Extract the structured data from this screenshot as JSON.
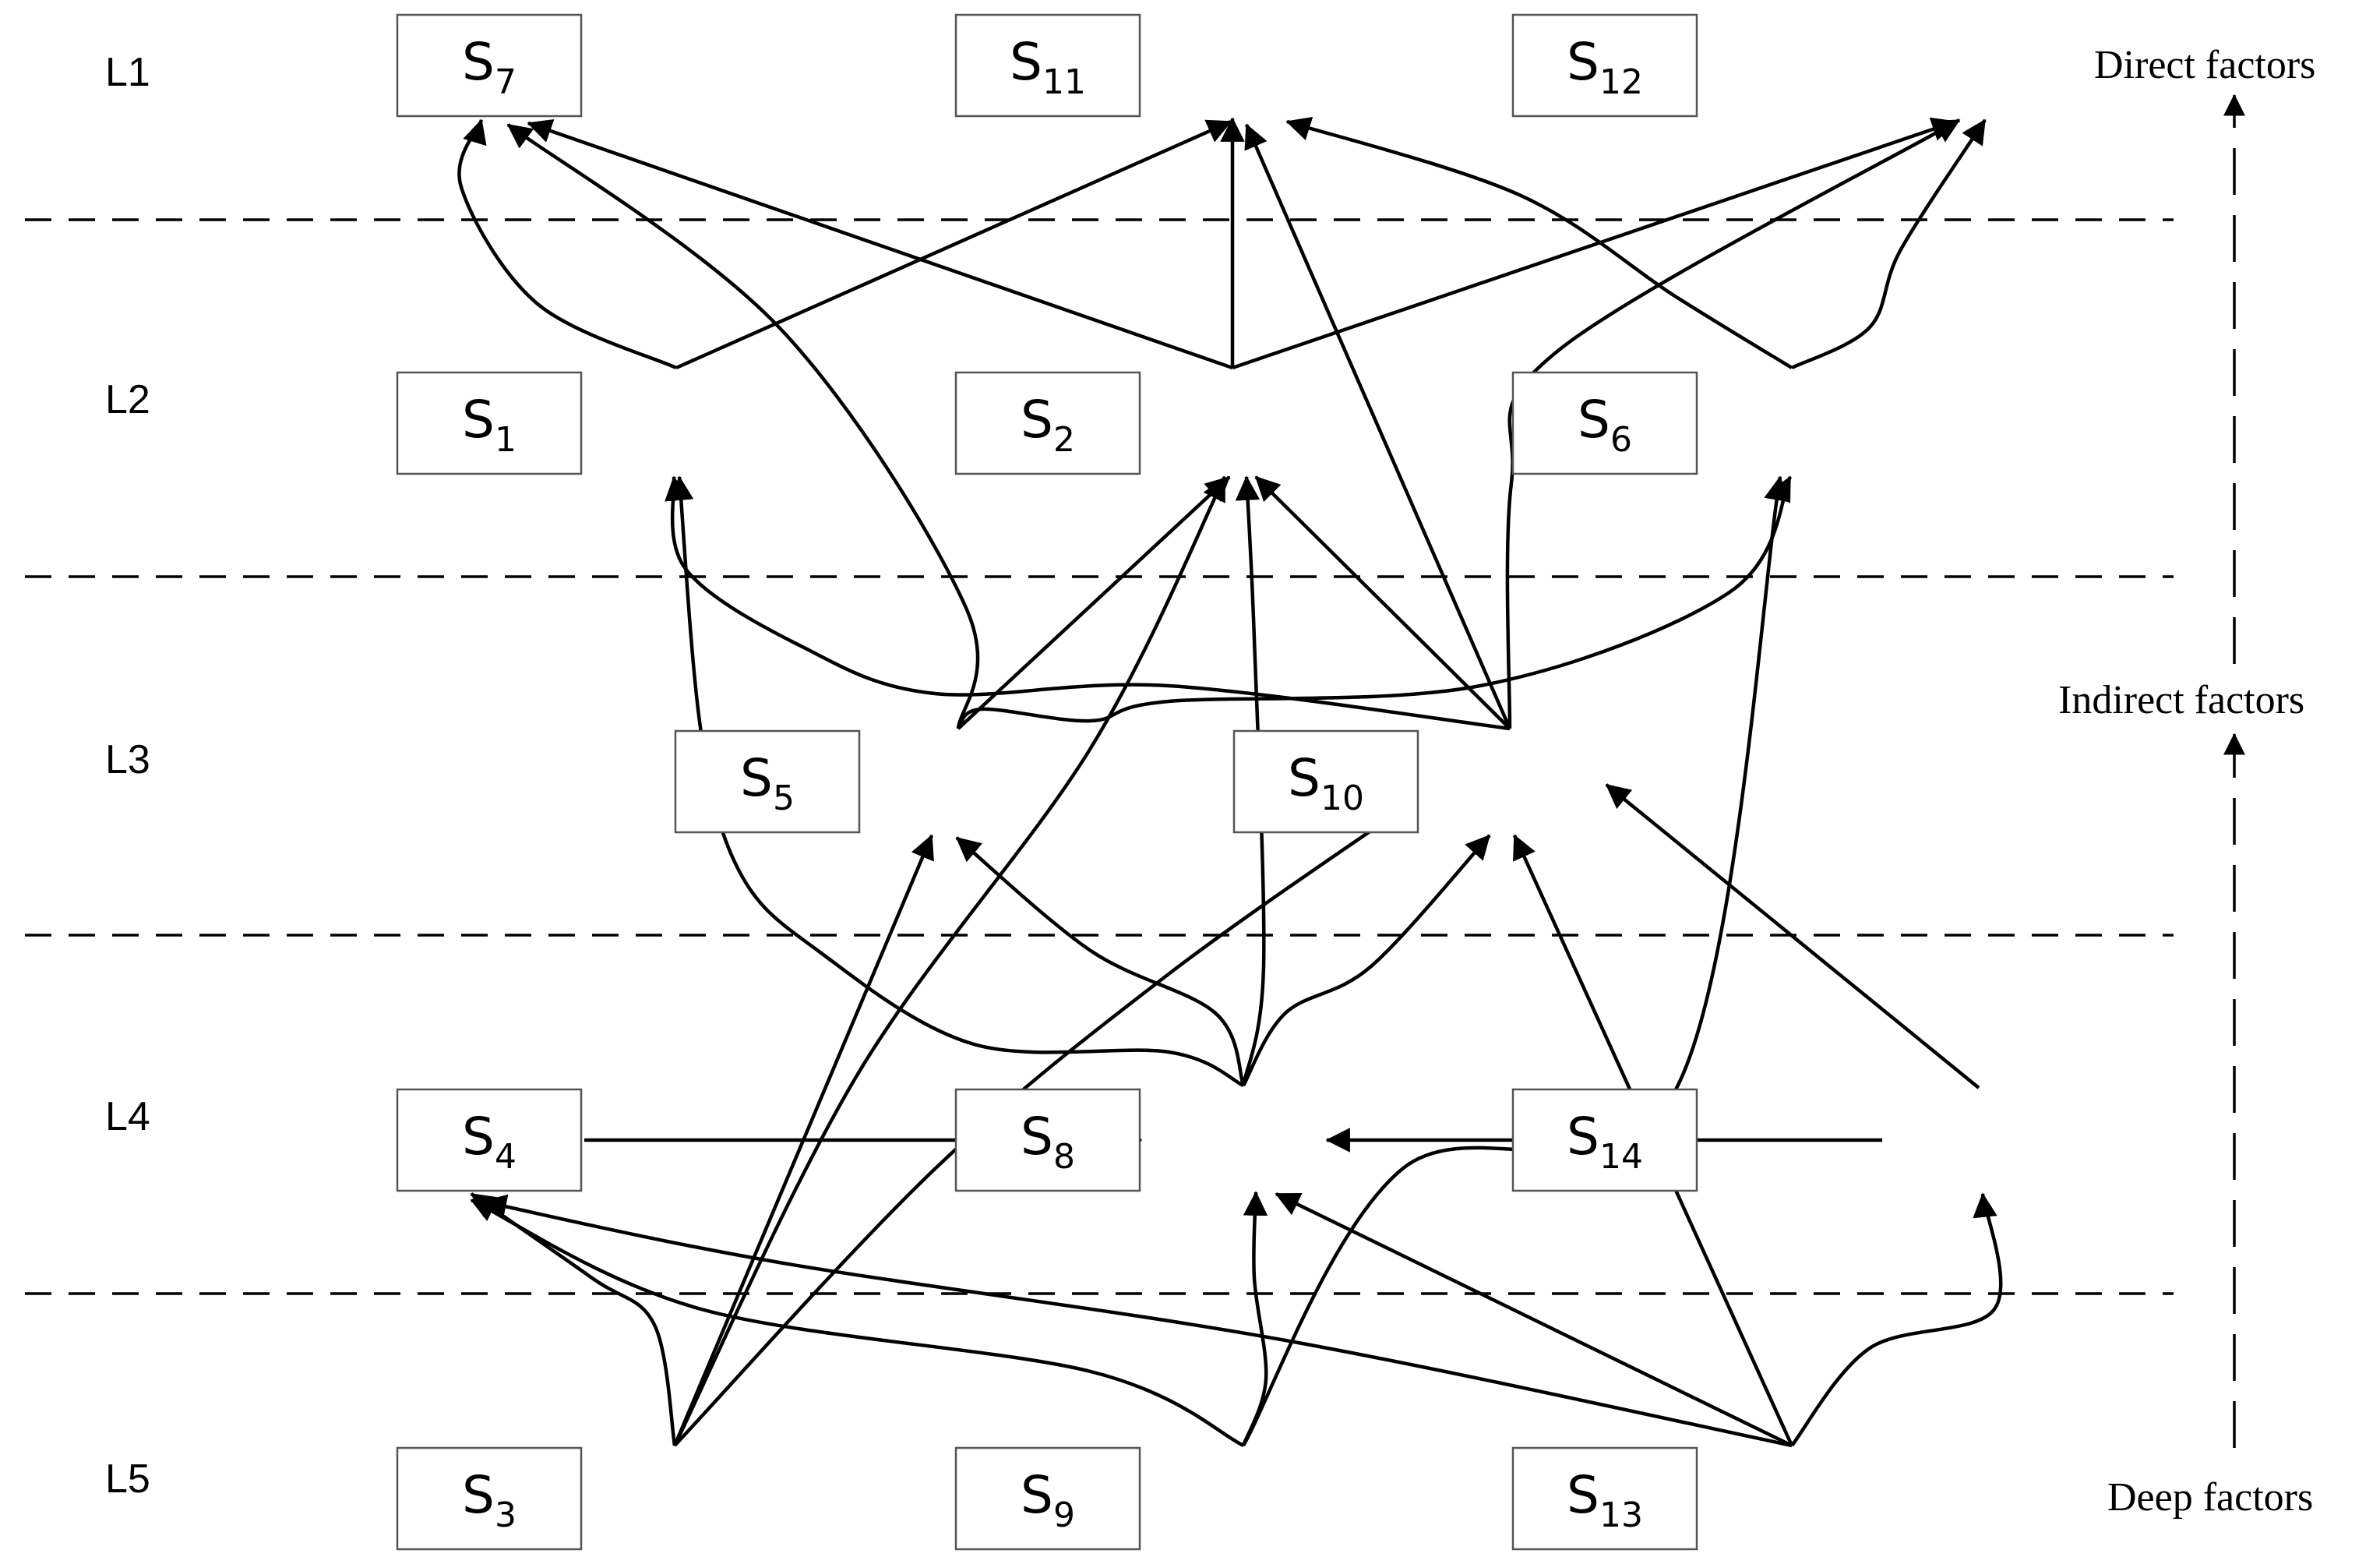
{
  "levels": [
    "L1",
    "L2",
    "L3",
    "L4",
    "L5"
  ],
  "side_labels": {
    "direct": "Direct factors",
    "indirect": "Indirect factors",
    "deep": "Deep factors"
  },
  "nodes": [
    {
      "id": "S7",
      "letter": "S",
      "sub": "7"
    },
    {
      "id": "S11",
      "letter": "S",
      "sub": "11"
    },
    {
      "id": "S12",
      "letter": "S",
      "sub": "12"
    },
    {
      "id": "S1",
      "letter": "S",
      "sub": "1"
    },
    {
      "id": "S2",
      "letter": "S",
      "sub": "2"
    },
    {
      "id": "S6",
      "letter": "S",
      "sub": "6"
    },
    {
      "id": "S5",
      "letter": "S",
      "sub": "5"
    },
    {
      "id": "S10",
      "letter": "S",
      "sub": "10"
    },
    {
      "id": "S4",
      "letter": "S",
      "sub": "4"
    },
    {
      "id": "S8",
      "letter": "S",
      "sub": "8"
    },
    {
      "id": "S14",
      "letter": "S",
      "sub": "14"
    },
    {
      "id": "S3",
      "letter": "S",
      "sub": "3"
    },
    {
      "id": "S9",
      "letter": "S",
      "sub": "9"
    },
    {
      "id": "S13",
      "letter": "S",
      "sub": "13"
    }
  ],
  "edges": [
    {
      "from": "S1",
      "to": "S7"
    },
    {
      "from": "S1",
      "to": "S11"
    },
    {
      "from": "S2",
      "to": "S7"
    },
    {
      "from": "S2",
      "to": "S11"
    },
    {
      "from": "S2",
      "to": "S12"
    },
    {
      "from": "S6",
      "to": "S11"
    },
    {
      "from": "S6",
      "to": "S12"
    },
    {
      "from": "S5",
      "to": "S7"
    },
    {
      "from": "S5",
      "to": "S2"
    },
    {
      "from": "S5",
      "to": "S6"
    },
    {
      "from": "S10",
      "to": "S11"
    },
    {
      "from": "S10",
      "to": "S12"
    },
    {
      "from": "S10",
      "to": "S1"
    },
    {
      "from": "S10",
      "to": "S2"
    },
    {
      "from": "S8",
      "to": "S1"
    },
    {
      "from": "S8",
      "to": "S2"
    },
    {
      "from": "S8",
      "to": "S5"
    },
    {
      "from": "S8",
      "to": "S10"
    },
    {
      "from": "S4",
      "to": "S8"
    },
    {
      "from": "S14",
      "to": "S8"
    },
    {
      "from": "S14",
      "to": "S10"
    },
    {
      "from": "S3",
      "to": "S4"
    },
    {
      "from": "S3",
      "to": "S5"
    },
    {
      "from": "S3",
      "to": "S2"
    },
    {
      "from": "S3",
      "to": "S10"
    },
    {
      "from": "S9",
      "to": "S4"
    },
    {
      "from": "S9",
      "to": "S8"
    },
    {
      "from": "S9",
      "to": "S6"
    },
    {
      "from": "S13",
      "to": "S4"
    },
    {
      "from": "S13",
      "to": "S8"
    },
    {
      "from": "S13",
      "to": "S10"
    },
    {
      "from": "S13",
      "to": "S14"
    }
  ]
}
